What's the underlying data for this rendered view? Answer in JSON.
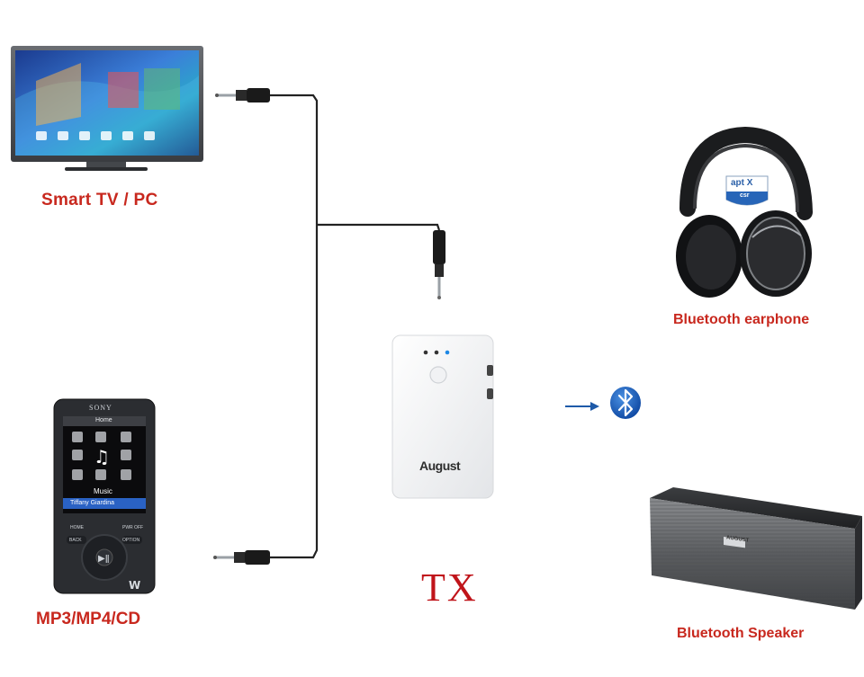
{
  "labels": {
    "tv": "Smart TV / PC",
    "mp3": "MP3/MP4/CD",
    "earphone": "Bluetooth earphone",
    "speaker": "Bluetooth Speaker",
    "tx": "TX"
  },
  "devices": {
    "tv_icons": [
      "movie-icon",
      "music-icon",
      "photo-icon",
      "game-icon",
      "web-icon",
      "settings-icon"
    ],
    "player_brand": "SONY",
    "player_home": "Home",
    "player_menu": "Music",
    "player_track": "Tiffany Giardina",
    "player_btn_home": "HOME",
    "player_btn_pwr": "PWR OFF",
    "player_btn_back": "BACK",
    "player_btn_option": "OPTION",
    "transmitter_brand": "August",
    "headphone_badge_top": "apt X",
    "headphone_badge_bottom": "csr",
    "speaker_brand": "AUGUST"
  },
  "colors": {
    "label_red": "#c8281e",
    "bluetooth_blue": "#1565c0",
    "cable": "#222222"
  }
}
